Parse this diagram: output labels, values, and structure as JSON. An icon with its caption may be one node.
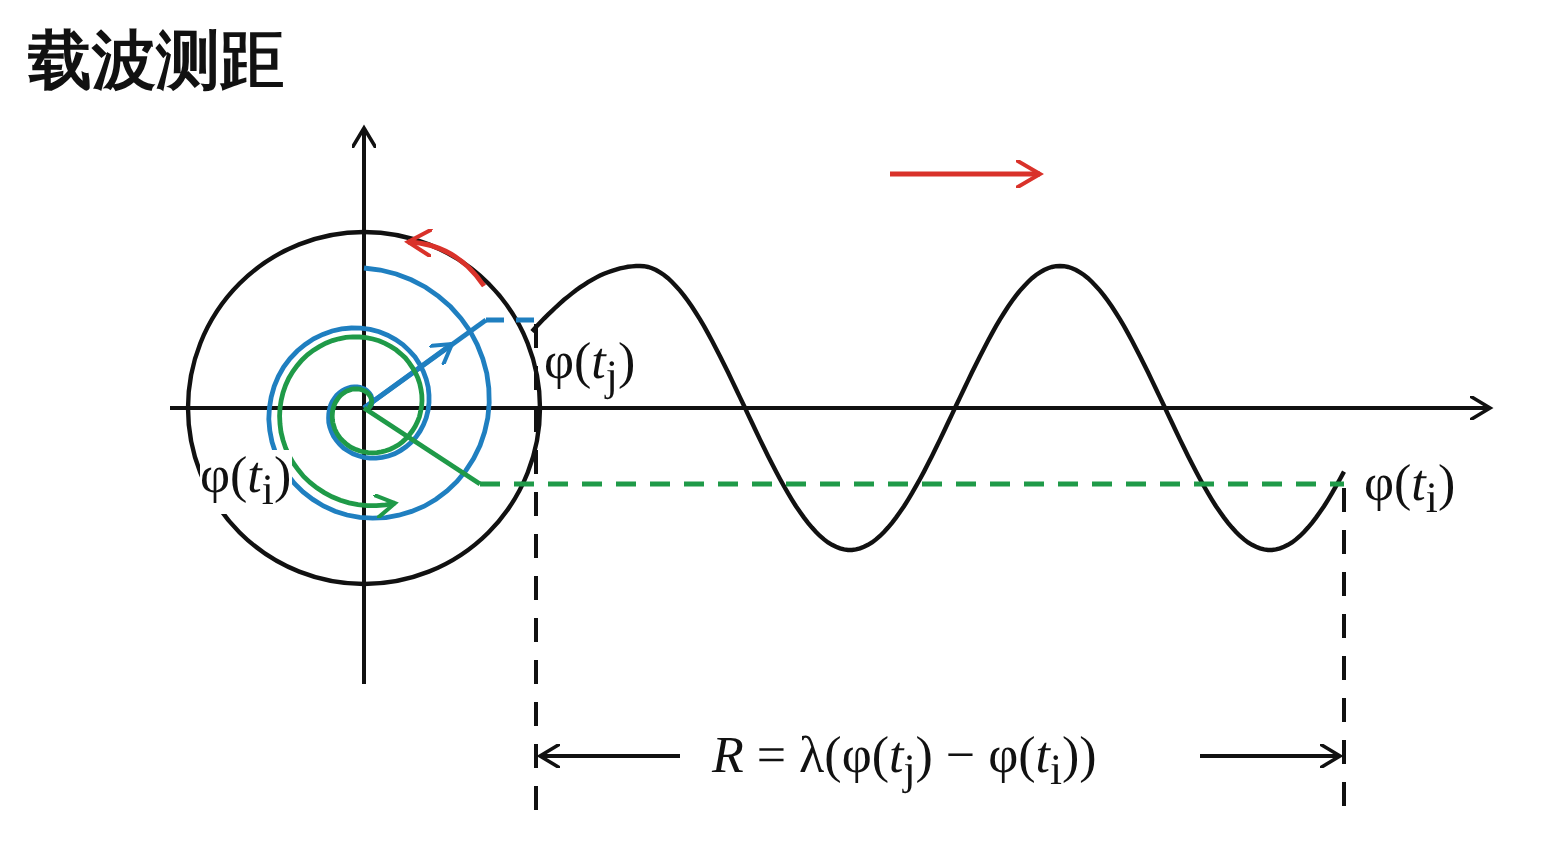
{
  "diagram": {
    "title": "载波测距",
    "labels": [
      "φ(*t*$_{j}$)",
      "φ(*t*$_{i}$)",
      "φ(*t*$_{i}$)",
      "*R* = λ(φ(*t*$_{j}$) − φ(*t*$_{i}$))"
    ]
  }
}
